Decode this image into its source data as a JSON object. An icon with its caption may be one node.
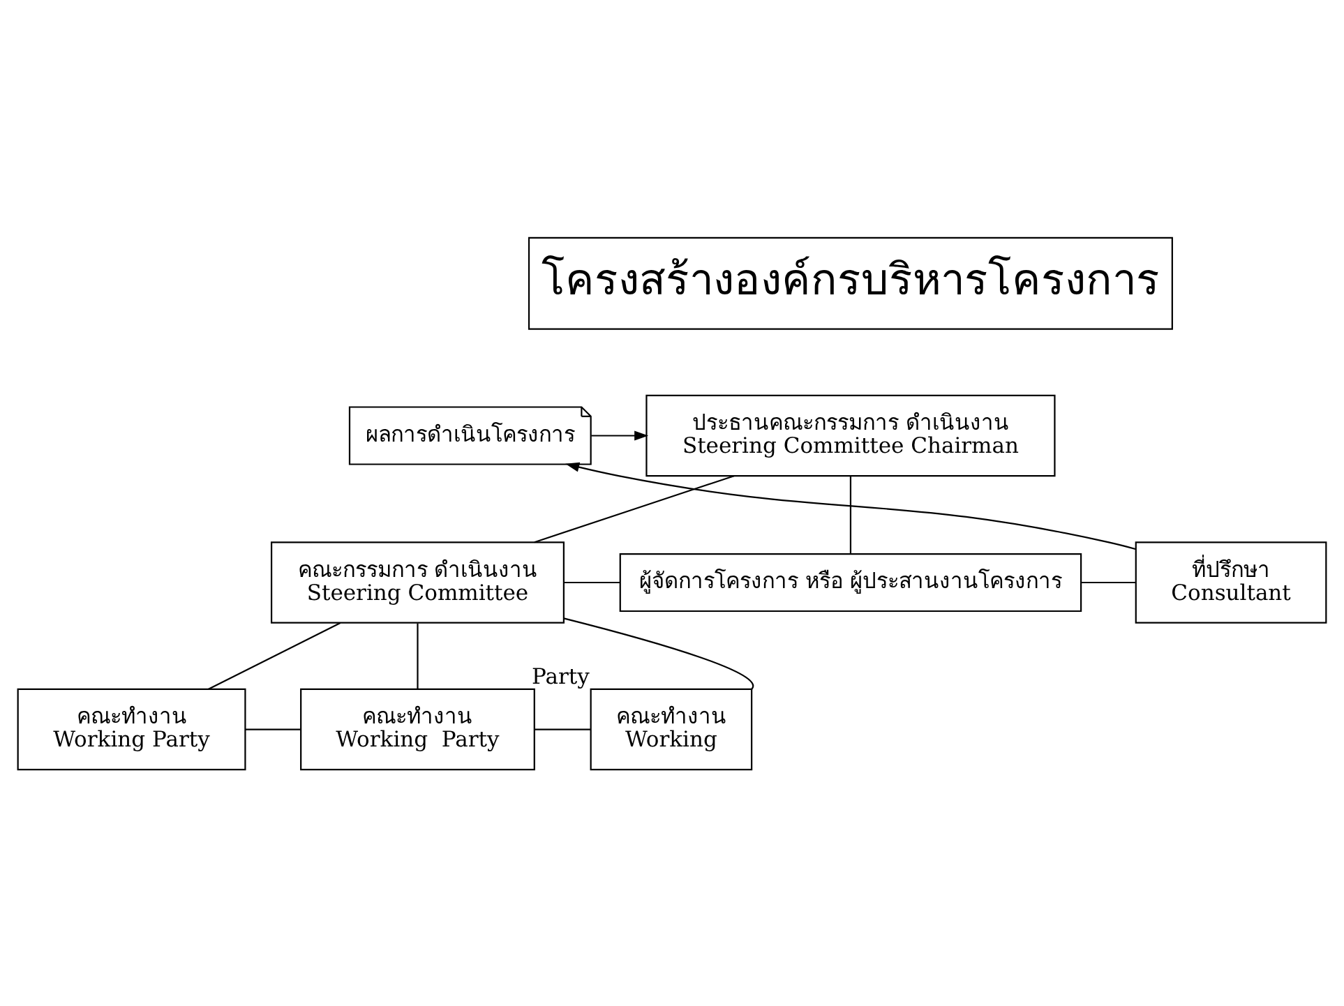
{
  "diagram": {
    "nodes": [
      {
        "text": [
          "โครงสร้างองค์กรบริหารโครงการ"
        ]
      },
      {
        "text": [
          "ประธานคณะกรรมการ ดำเนินงาน",
          "Steering Committee Chairman"
        ]
      },
      {
        "text": [
          "ผลการดำเนินโครงการ"
        ]
      },
      {
        "text": [
          "คณะกรรมการ ดำเนินงาน",
          "Steering Committee"
        ]
      },
      {
        "text": [
          "ผู้จัดการโครงการ หรือ ผู้ประสานงานโครงการ"
        ]
      },
      {
        "text": [
          "ที่ปรึกษา",
          "Consultant"
        ]
      },
      {
        "text": [
          "คณะทำงาน",
          "Working Party"
        ]
      },
      {
        "text": [
          "คณะทำงาน",
          "Working  Party"
        ]
      },
      {
        "text": [
          "คณะทำงาน",
          "Working"
        ],
        "beside": [
          "Party"
        ]
      }
    ],
    "edges": [
      {
        "from": 2,
        "to": 1,
        "arrow": "to"
      },
      {
        "from": 1,
        "to": 4,
        "arrow": "none"
      },
      {
        "from": 1,
        "to": 3,
        "arrow": "none"
      },
      {
        "from": 3,
        "to": 4,
        "arrow": "none"
      },
      {
        "from": 4,
        "to": 5,
        "arrow": "none"
      },
      {
        "from": 5,
        "to": 2,
        "arrow": "to"
      },
      {
        "from": 3,
        "to": 6,
        "arrow": "none"
      },
      {
        "from": 3,
        "to": 7,
        "arrow": "none"
      },
      {
        "from": 3,
        "to": 8,
        "arrow": "none"
      },
      {
        "from": 6,
        "to": 7,
        "arrow": "none"
      },
      {
        "from": 7,
        "to": 8,
        "arrow": "none"
      }
    ]
  }
}
